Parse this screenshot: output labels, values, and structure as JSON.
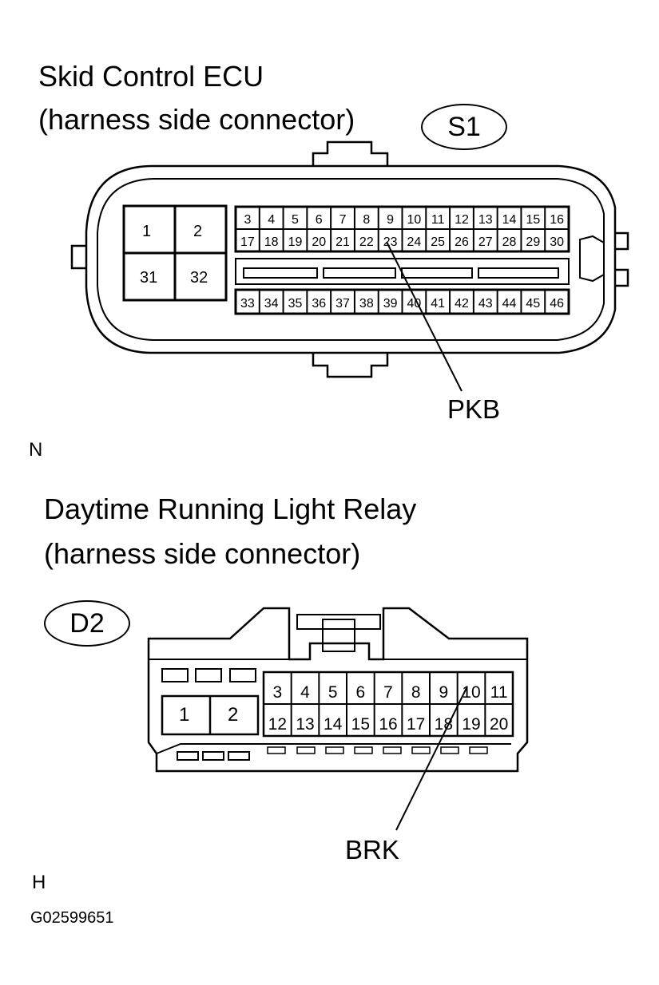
{
  "s1": {
    "title": "Skid Control ECU",
    "subtitle": "(harness side connector)",
    "badge": "S1",
    "big_pins": [
      "1",
      "2",
      "31",
      "32"
    ],
    "pin_rows": [
      [
        "3",
        "4",
        "5",
        "6",
        "7",
        "8",
        "9",
        "10",
        "11",
        "12",
        "13",
        "14",
        "15",
        "16"
      ],
      [
        "17",
        "18",
        "19",
        "20",
        "21",
        "22",
        "23",
        "24",
        "25",
        "26",
        "27",
        "28",
        "29",
        "30"
      ],
      [
        "33",
        "34",
        "35",
        "36",
        "37",
        "38",
        "39",
        "40",
        "41",
        "42",
        "43",
        "44",
        "45",
        "46"
      ]
    ],
    "callout": "PKB",
    "view_mark": "N"
  },
  "d2": {
    "title": "Daytime Running Light Relay",
    "subtitle": "(harness side connector)",
    "badge": "D2",
    "big_pins": [
      "1",
      "2"
    ],
    "pin_rows": [
      [
        "3",
        "4",
        "5",
        "6",
        "7",
        "8",
        "9",
        "10",
        "11"
      ],
      [
        "12",
        "13",
        "14",
        "15",
        "16",
        "17",
        "18",
        "19",
        "20"
      ]
    ],
    "callout": "BRK",
    "view_mark": "H"
  },
  "figure_code": "G02599651"
}
